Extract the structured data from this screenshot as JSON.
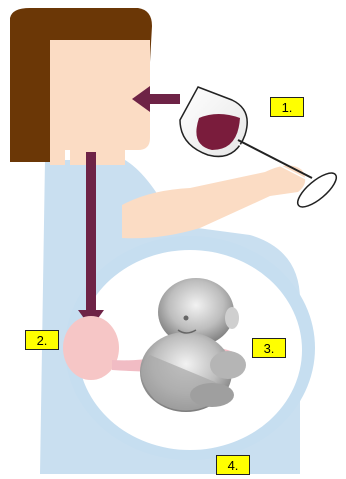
{
  "labels": {
    "glass": "1.",
    "placenta": "2.",
    "fetus": "3.",
    "uterus": "4."
  },
  "colors": {
    "skin": "#fbdcc4",
    "hair": "#6b3706",
    "shirt": "#c9dff0",
    "uterus_ring": "#c6def0",
    "wine": "#7a1c3c",
    "arrow": "#6e2346",
    "placenta": "#f6c6c6",
    "cord": "#f1bcc4",
    "label_bg": "#ffff00"
  }
}
